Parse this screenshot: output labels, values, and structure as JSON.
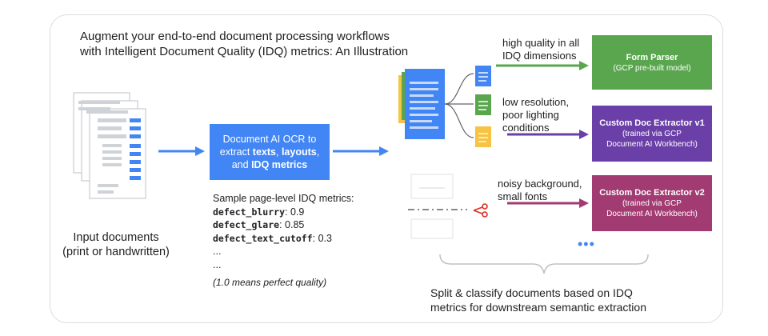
{
  "title": {
    "line1": "Augment your end-to-end document processing workflows",
    "line2": "with Intelligent Document Quality (IDQ) metrics: An Illustration"
  },
  "input": {
    "line1": "Input documents",
    "line2": "(print or handwritten)"
  },
  "ocr": {
    "line1": "Document AI OCR to",
    "line2_prefix": "extract ",
    "texts": "texts",
    "comma": ", ",
    "layouts": "layouts",
    "comma2": ",",
    "line3_prefix": "and ",
    "idq": "IDQ metrics"
  },
  "metrics": {
    "heading": "Sample page-level IDQ metrics:",
    "items": [
      {
        "key": "defect_blurry",
        "value": ": 0.9"
      },
      {
        "key": "defect_glare",
        "value": ": 0.85"
      },
      {
        "key": "defect_text_cutoff",
        "value": ": 0.3"
      }
    ],
    "ellipsis1": "...",
    "ellipsis2": "...",
    "note": "(1.0 means perfect quality)"
  },
  "conditions": [
    {
      "line1": "high quality in all",
      "line2": "IDQ dimensions",
      "color": "#5aa64f"
    },
    {
      "line1": "low resolution,",
      "line2": "poor lighting",
      "line3": "conditions",
      "color": "#6a3fa8"
    },
    {
      "line1": "noisy background,",
      "line2": "small fonts",
      "color": "#a23b72"
    }
  ],
  "processors": [
    {
      "name": "Form Parser",
      "sub1": "(GCP pre-built model)",
      "color": "#5aa64f"
    },
    {
      "name": "Custom Doc Extractor v1",
      "sub1": "(trained via GCP",
      "sub2": "Document AI Workbench)",
      "color": "#6a3fa8"
    },
    {
      "name": "Custom Doc Extractor v2",
      "sub1": "(trained via GCP",
      "sub2": "Document AI Workbench)",
      "color": "#a23b72"
    }
  ],
  "more": "•••",
  "caption": {
    "line1": "Split & classify documents based on IDQ",
    "line2": "metrics for downstream semantic extraction"
  },
  "icons": [
    "document-stack-icon",
    "arrow-right-icon",
    "doc-split-icon",
    "scissors-icon",
    "brace-icon"
  ],
  "colors": {
    "blue": "#4285f4",
    "green": "#5aa64f",
    "purple": "#6a3fa8",
    "magenta": "#a23b72",
    "yellow": "#f6c342"
  }
}
